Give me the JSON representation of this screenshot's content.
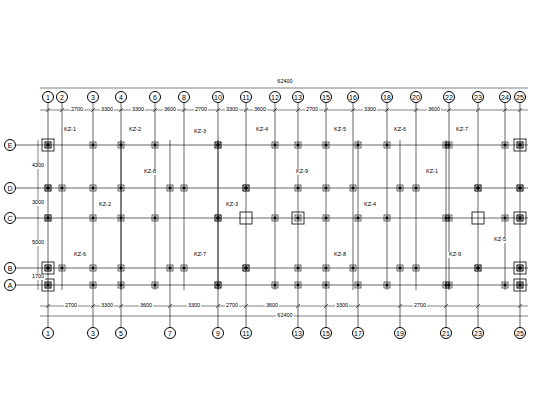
{
  "diagram": {
    "nodes": [
      {
        "text": [
          "1"
        ]
      },
      {
        "text": [
          "2"
        ]
      },
      {
        "text": [
          "3"
        ]
      },
      {
        "text": [
          "4"
        ]
      },
      {
        "text": [
          "6"
        ]
      },
      {
        "text": [
          "8"
        ]
      },
      {
        "text": [
          "10"
        ]
      },
      {
        "text": [
          "11"
        ]
      },
      {
        "text": [
          "12"
        ]
      },
      {
        "text": [
          "13"
        ]
      },
      {
        "text": [
          "15"
        ]
      },
      {
        "text": [
          "16"
        ]
      },
      {
        "text": [
          "18"
        ]
      },
      {
        "text": [
          "20"
        ]
      },
      {
        "text": [
          "22"
        ]
      },
      {
        "text": [
          "23"
        ]
      },
      {
        "text": [
          "24"
        ]
      },
      {
        "text": [
          "25"
        ]
      },
      {
        "text": [
          "E"
        ]
      },
      {
        "text": [
          "D"
        ]
      },
      {
        "text": [
          "C"
        ]
      },
      {
        "text": [
          "B"
        ]
      },
      {
        "text": [
          "A"
        ]
      },
      {
        "text": [
          "1"
        ]
      },
      {
        "text": [
          "3"
        ]
      },
      {
        "text": [
          "5"
        ]
      },
      {
        "text": [
          "7"
        ]
      },
      {
        "text": [
          "9"
        ]
      },
      {
        "text": [
          "11"
        ]
      },
      {
        "text": [
          "13"
        ]
      },
      {
        "text": [
          "15"
        ]
      },
      {
        "text": [
          "17"
        ]
      },
      {
        "text": [
          "19"
        ]
      },
      {
        "text": [
          "21"
        ]
      },
      {
        "text": [
          "23"
        ]
      },
      {
        "text": [
          "25"
        ]
      }
    ],
    "edges": [
      {
        "from": 0,
        "to": 23,
        "arrow": "none"
      },
      {
        "from": 2,
        "to": 24,
        "arrow": "none"
      },
      {
        "from": 7,
        "to": 28,
        "arrow": "none"
      },
      {
        "from": 9,
        "to": 29,
        "arrow": "none"
      },
      {
        "from": 10,
        "to": 30,
        "arrow": "none"
      },
      {
        "from": 15,
        "to": 34,
        "arrow": "none"
      },
      {
        "from": 17,
        "to": 35,
        "arrow": "none"
      }
    ],
    "labels": [
      "62400",
      "2700",
      "3300",
      "3300",
      "3600",
      "2700",
      "3300",
      "3600",
      "2700",
      "3300",
      "3600",
      "2700",
      "3300",
      "3600",
      "3300",
      "2700",
      "3600",
      "3300",
      "2700",
      "62400",
      "4300",
      "3000",
      "5000",
      "1700",
      "KZ-1",
      "KZ-2",
      "KZ-3",
      "KZ-4",
      "KZ-5",
      "KZ-6",
      "KZ-7",
      "KZ-8",
      "KZ-9",
      "KZ-1",
      "KZ-2",
      "KZ-3",
      "KZ-4",
      "KZ-5",
      "KZ-6",
      "KZ-7",
      "KZ-8",
      "KZ-9"
    ]
  }
}
